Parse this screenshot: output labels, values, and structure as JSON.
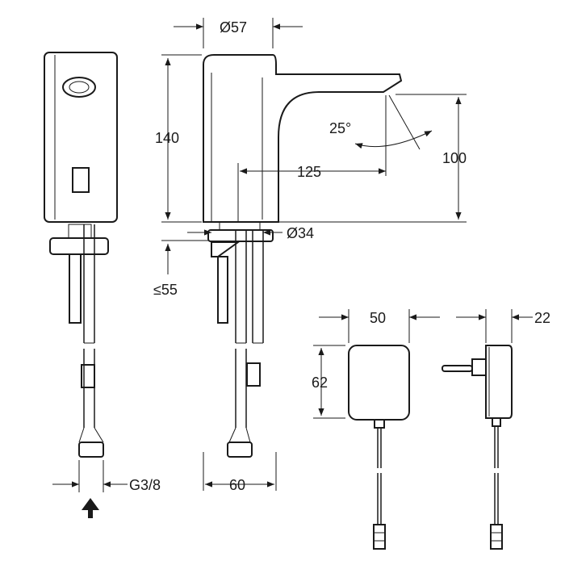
{
  "dimensions": {
    "spout_diameter": "Ø57",
    "height_total": "140",
    "projection": "125",
    "spout_height": "100",
    "angle": "25°",
    "base_diameter": "Ø34",
    "deck_thickness": "≤55",
    "thread": "G3/8",
    "base_width": "60",
    "adapter_width": "50",
    "adapter_height": "62",
    "adapter_depth": "22"
  },
  "colors": {
    "line": "#1a1a1a",
    "background": "#ffffff"
  },
  "icons": {
    "flow_arrow": "arrow-up-icon"
  }
}
